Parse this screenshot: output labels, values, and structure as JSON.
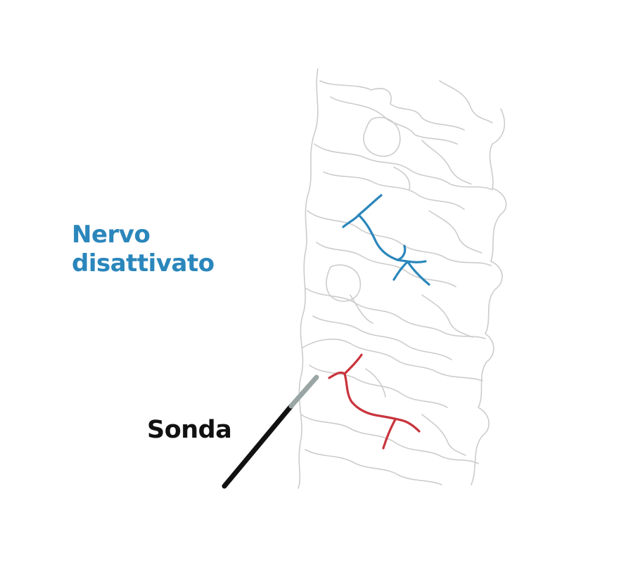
{
  "labels": {
    "nerve_label": "Nervo disattivato",
    "probe_label": "Sonda"
  },
  "colors": {
    "nerve_deactivated": "#2a86bb",
    "nerve_active": "#c9343c",
    "probe_shaft": "#111111",
    "probe_tip": "#9aa5a5",
    "bone_outline": "#cccccc",
    "probe_label_text": "#111111"
  },
  "icons": {
    "spine": "cervical-spine-illustration"
  }
}
